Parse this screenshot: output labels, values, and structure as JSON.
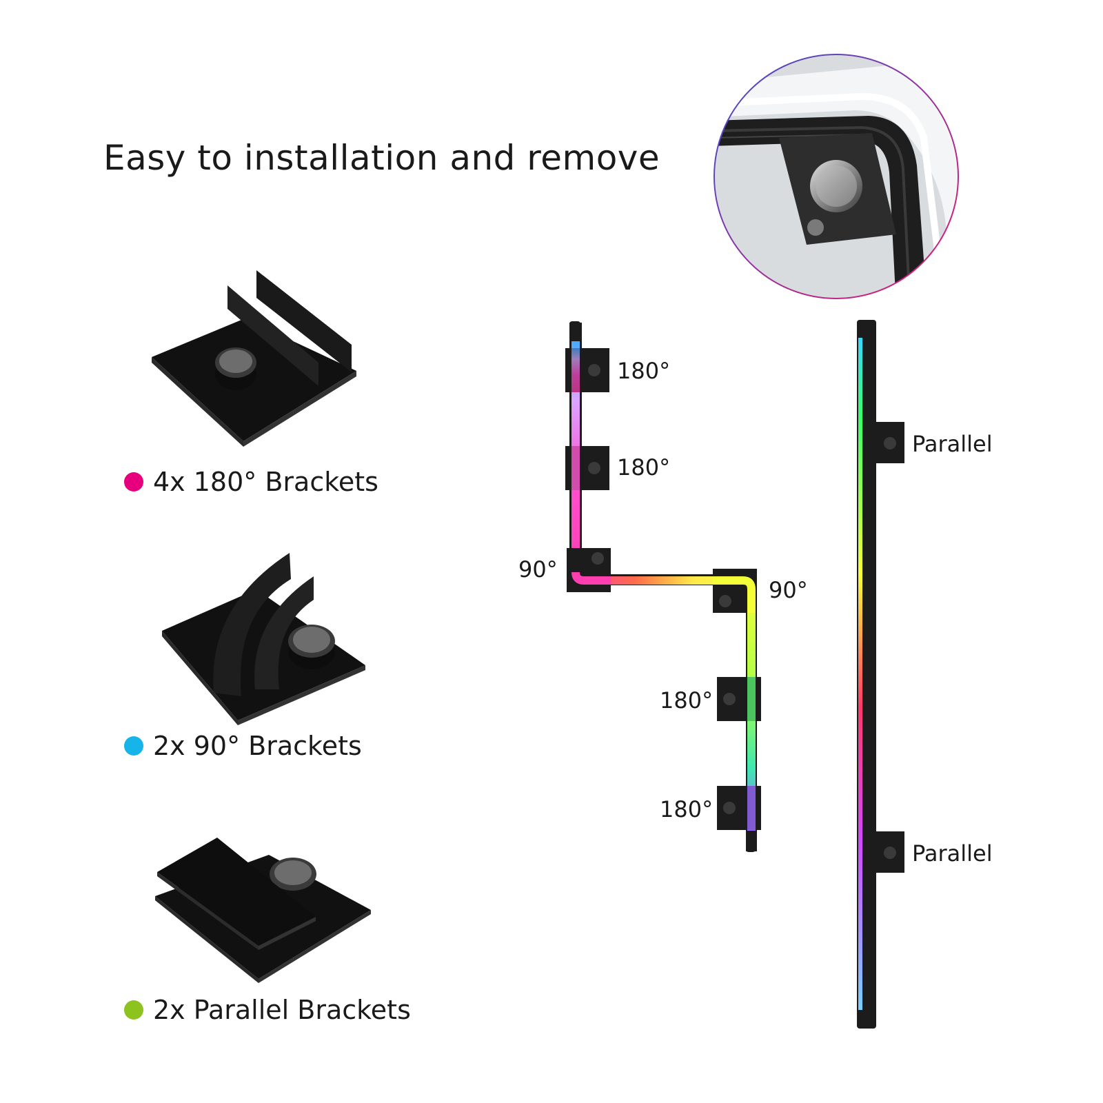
{
  "headline": "Easy to installation and remove",
  "legend": [
    {
      "text": "4x 180° Brackets",
      "color": "#e6007e"
    },
    {
      "text": "2x 90° Brackets",
      "color": "#17b4ea"
    },
    {
      "text": "2x Parallel Brackets",
      "color": "#8dc21f"
    }
  ],
  "diagram_labels": {
    "l1": "180°",
    "l2": "180°",
    "l3": "90°",
    "l4": "90°",
    "l5": "180°",
    "l6": "180°",
    "p1": "Parallel",
    "p2": "Parallel"
  },
  "colors": {
    "bracket": "#1c1c1c",
    "zoom_ring_start": "#3a4fd0",
    "zoom_ring_end": "#e8186c"
  },
  "icons": {
    "bracket_180": "u-channel-bracket-icon",
    "bracket_90": "curved-channel-bracket-icon",
    "bracket_parallel": "parallel-clip-bracket-icon",
    "zoom": "magnified-corner-photo"
  }
}
